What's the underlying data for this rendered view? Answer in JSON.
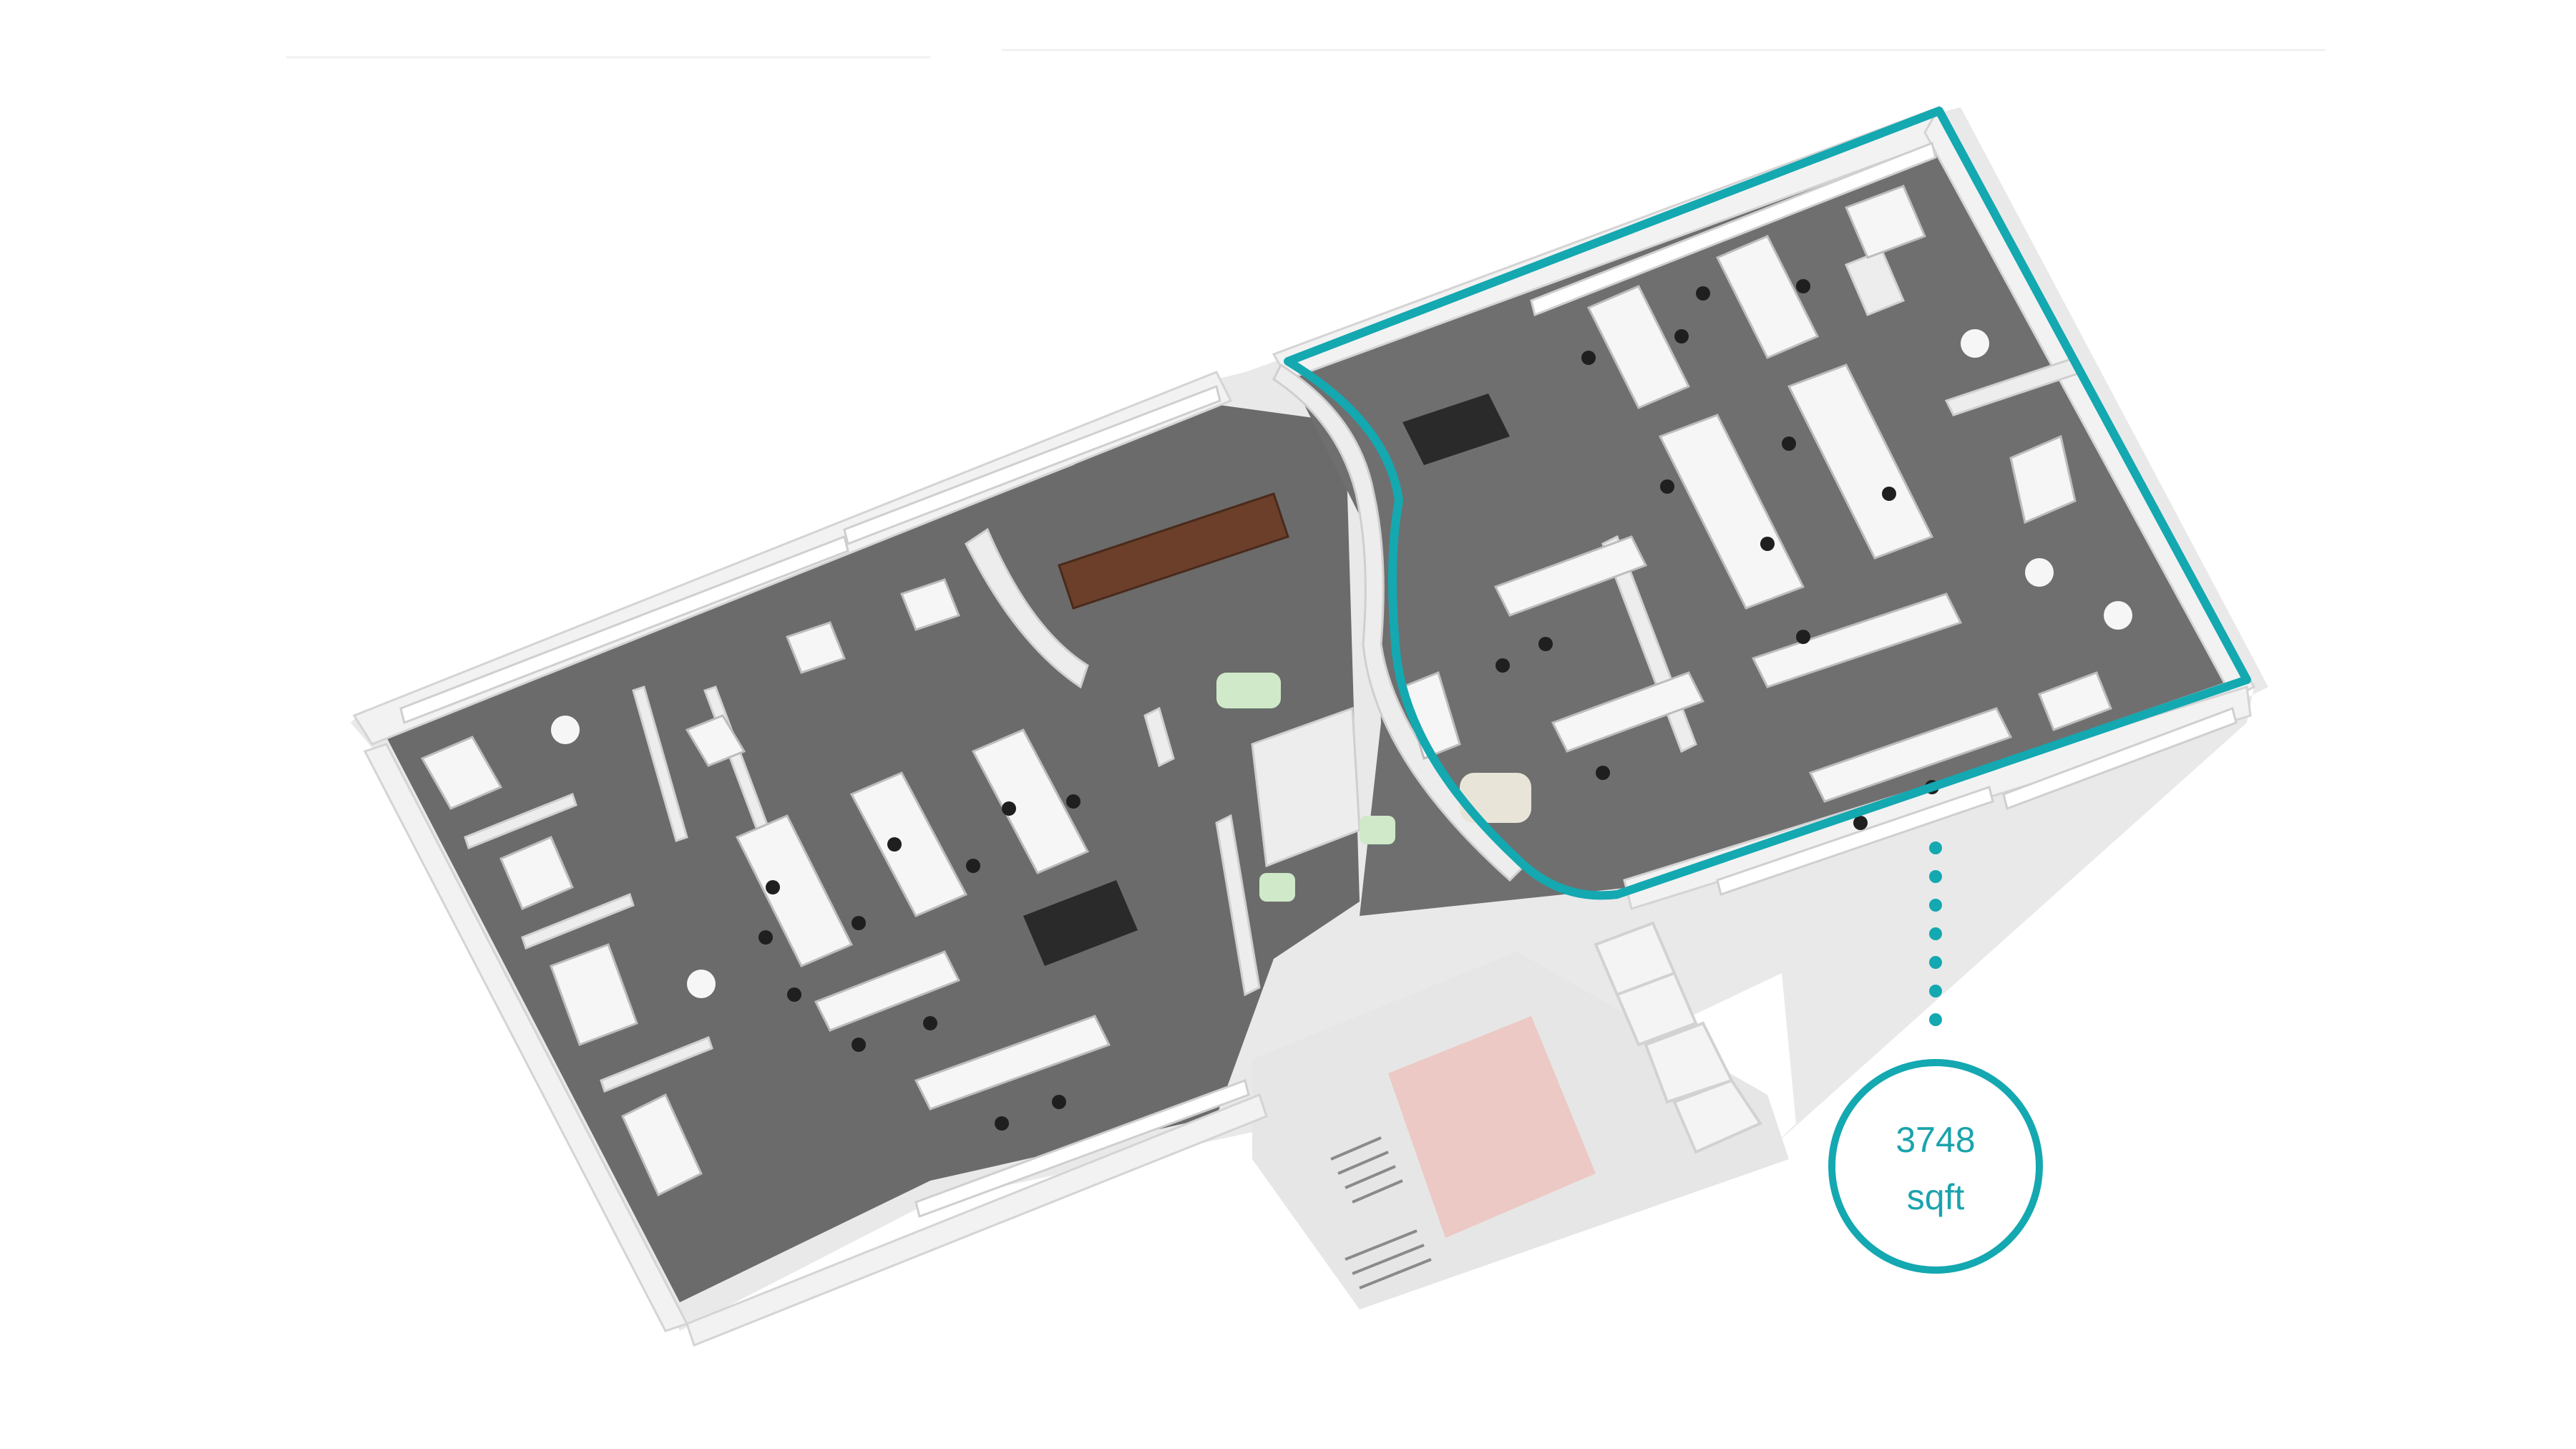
{
  "image": {
    "description_type": "isometric office floor plan render"
  },
  "highlight": {
    "color": "#14a8b1",
    "area_value": "3748",
    "area_unit": "sqft"
  },
  "palette": {
    "floor": "#6e6e6e",
    "floor_dark": "#5c5c5c",
    "wall": "#ededed",
    "wall_shadow": "#d6d6d6",
    "desk": "#f6f6f6",
    "chair": "#1e1e1e",
    "wood": "#6b3f2a",
    "sofa": "#cfe9c9",
    "pink_floor": "#ecc9c4"
  }
}
